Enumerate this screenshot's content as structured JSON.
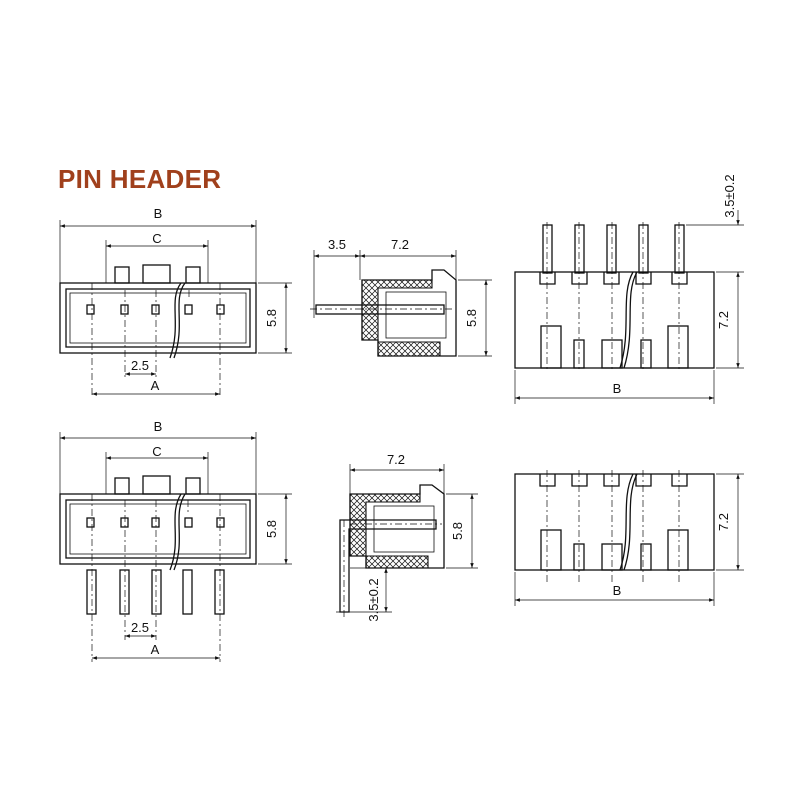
{
  "title": "PIN HEADER",
  "colors": {
    "title": "#a0401c",
    "line": "#111111",
    "background": "#ffffff"
  },
  "dimensions": {
    "a": "A",
    "b": "B",
    "c": "C",
    "pitch": "2.5",
    "height": "5.8",
    "depth": "7.2",
    "pin_offset": "3.5",
    "pin_length": "3.5±0.2"
  }
}
